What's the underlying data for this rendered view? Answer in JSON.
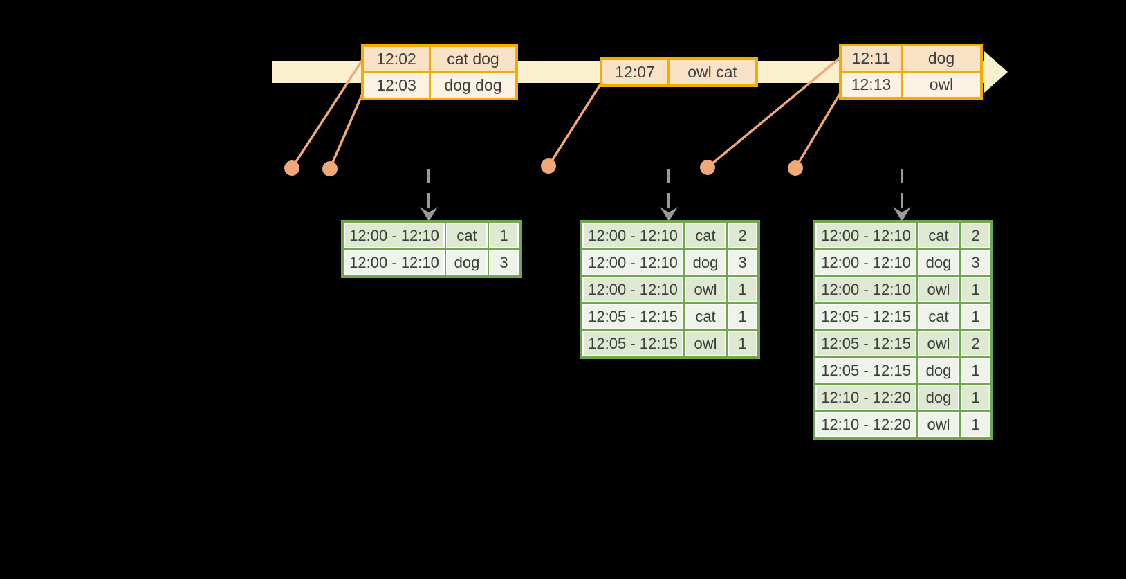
{
  "colors": {
    "background": "#000000",
    "timeline_fill": "#FBF1CE",
    "event_table_border": "#F1AE00",
    "event_row_dark": "#FAE2C6",
    "event_row_light": "#FDF3E4",
    "marker_orange": "#F0A878",
    "trigger_arrow_gray": "#9A9A9A",
    "result_table_border": "#6FA74C",
    "result_row_dark": "#DEE9D2",
    "result_row_light": "#EFF4EB",
    "text": "#3D3D3D"
  },
  "event_tables": [
    {
      "rows": [
        [
          "12:02",
          "cat dog"
        ],
        [
          "12:03",
          "dog dog"
        ]
      ]
    },
    {
      "rows": [
        [
          "12:07",
          "owl cat"
        ]
      ]
    },
    {
      "rows": [
        [
          "12:11",
          "dog"
        ],
        [
          "12:13",
          "owl"
        ]
      ]
    }
  ],
  "result_tables": [
    {
      "rows": [
        [
          "12:00 - 12:10",
          "cat",
          "1"
        ],
        [
          "12:00 - 12:10",
          "dog",
          "3"
        ]
      ]
    },
    {
      "rows": [
        [
          "12:00 - 12:10",
          "cat",
          "2"
        ],
        [
          "12:00 - 12:10",
          "dog",
          "3"
        ],
        [
          "12:00 - 12:10",
          "owl",
          "1"
        ],
        [
          "12:05 - 12:15",
          "cat",
          "1"
        ],
        [
          "12:05 - 12:15",
          "owl",
          "1"
        ]
      ]
    },
    {
      "rows": [
        [
          "12:00 - 12:10",
          "cat",
          "2"
        ],
        [
          "12:00 - 12:10",
          "dog",
          "3"
        ],
        [
          "12:00 - 12:10",
          "owl",
          "1"
        ],
        [
          "12:05 - 12:15",
          "cat",
          "1"
        ],
        [
          "12:05 - 12:15",
          "owl",
          "2"
        ],
        [
          "12:05 - 12:15",
          "dog",
          "1"
        ],
        [
          "12:10 - 12:20",
          "dog",
          "1"
        ],
        [
          "12:10 - 12:20",
          "owl",
          "1"
        ]
      ]
    }
  ]
}
